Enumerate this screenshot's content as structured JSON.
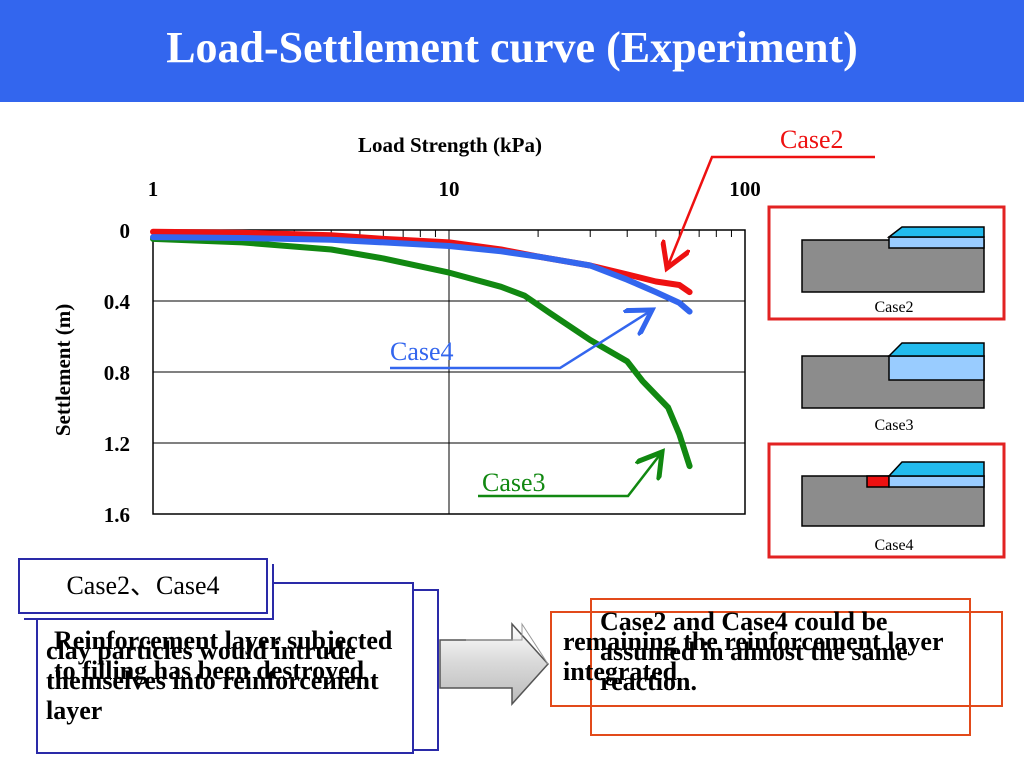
{
  "slide": {
    "title": "Load-Settlement curve (Experiment)"
  },
  "chart_data": {
    "type": "line",
    "title": "",
    "xlabel": "Load Strength (kPa)",
    "ylabel": "Settlement (m)",
    "x_scale": "log",
    "xlim": [
      1,
      100
    ],
    "ylim": [
      0,
      1.6
    ],
    "y_inverted": true,
    "x_ticks": [
      "1",
      "10",
      "100"
    ],
    "y_ticks": [
      "0",
      "0.4",
      "0.8",
      "1.2",
      "1.6"
    ],
    "grid": true,
    "series": [
      {
        "name": "Case2",
        "color": "#ee1111",
        "points": [
          [
            1,
            0.01
          ],
          [
            2,
            0.015
          ],
          [
            4,
            0.03
          ],
          [
            6,
            0.05
          ],
          [
            10,
            0.07
          ],
          [
            15,
            0.11
          ],
          [
            20,
            0.15
          ],
          [
            30,
            0.2
          ],
          [
            40,
            0.25
          ],
          [
            50,
            0.29
          ],
          [
            60,
            0.31
          ],
          [
            65,
            0.35
          ]
        ]
      },
      {
        "name": "Case3",
        "color": "#118811",
        "points": [
          [
            1,
            0.05
          ],
          [
            2,
            0.07
          ],
          [
            4,
            0.11
          ],
          [
            6,
            0.16
          ],
          [
            10,
            0.24
          ],
          [
            15,
            0.32
          ],
          [
            18,
            0.37
          ],
          [
            22,
            0.47
          ],
          [
            30,
            0.62
          ],
          [
            40,
            0.74
          ],
          [
            45,
            0.85
          ],
          [
            55,
            1.0
          ],
          [
            60,
            1.15
          ],
          [
            65,
            1.33
          ]
        ]
      },
      {
        "name": "Case4",
        "color": "#3366ee",
        "points": [
          [
            1,
            0.04
          ],
          [
            2,
            0.045
          ],
          [
            4,
            0.055
          ],
          [
            6,
            0.07
          ],
          [
            10,
            0.09
          ],
          [
            15,
            0.12
          ],
          [
            20,
            0.15
          ],
          [
            30,
            0.2
          ],
          [
            40,
            0.28
          ],
          [
            50,
            0.35
          ],
          [
            60,
            0.41
          ],
          [
            65,
            0.46
          ]
        ]
      }
    ],
    "annotations": [
      {
        "text": "Case2",
        "color": "#ee1111"
      },
      {
        "text": "Case4",
        "color": "#3366ee"
      },
      {
        "text": "Case3",
        "color": "#118811"
      }
    ]
  },
  "diagrams": [
    {
      "label": "Case2",
      "frame": "red"
    },
    {
      "label": "Case3",
      "frame": "none"
    },
    {
      "label": "Case4",
      "frame": "red"
    }
  ],
  "left_panel": {
    "heading": "Case2、Case4",
    "text_back": "clay particles would intrude themselves into reinforcement layer",
    "text_front": "Reinforcement layer subjected to filling has been destroyed"
  },
  "right_panel": {
    "text_front": "Case2 and Case4 could be assumed in almost the same reaction.",
    "text_back": "remaining the reinforcement layer integrated"
  },
  "colors": {
    "title_bar": "#3366ee",
    "case2": "#ee1111",
    "case3": "#118811",
    "case4": "#3366ee",
    "frame_red": "#e24a1a",
    "frame_blue": "#2a2aa8"
  }
}
